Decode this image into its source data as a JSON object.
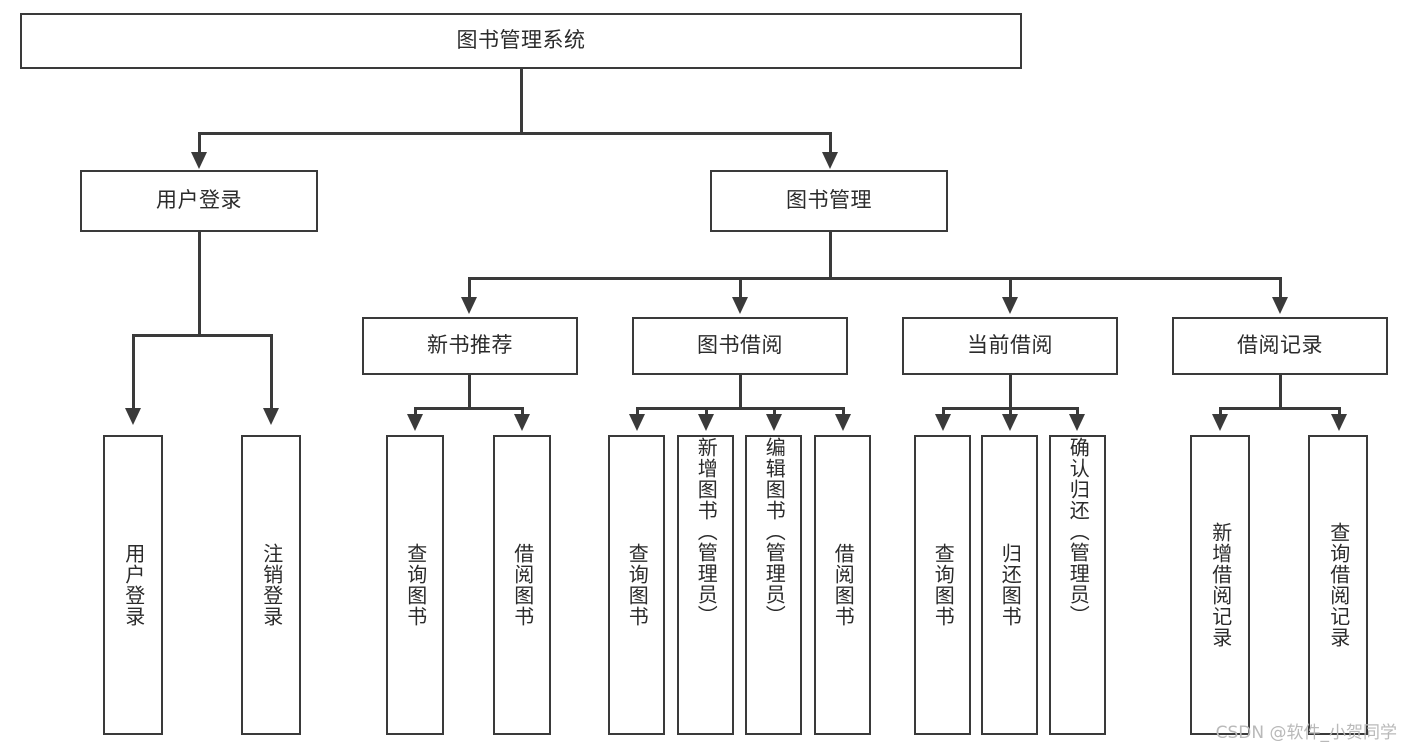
{
  "diagram": {
    "type": "tree-hierarchy",
    "title": "图书管理系统",
    "root": {
      "label": "图书管理系统"
    },
    "level2": [
      {
        "id": "user-login",
        "label": "用户登录"
      },
      {
        "id": "book-manage",
        "label": "图书管理"
      }
    ],
    "level3": [
      {
        "id": "new-book-recommend",
        "label": "新书推荐",
        "parent": "book-manage"
      },
      {
        "id": "book-borrow",
        "label": "图书借阅",
        "parent": "book-manage"
      },
      {
        "id": "current-borrow",
        "label": "当前借阅",
        "parent": "book-manage"
      },
      {
        "id": "borrow-record",
        "label": "借阅记录",
        "parent": "book-manage"
      }
    ],
    "leaves": {
      "user-login": [
        {
          "id": "leaf-user-login",
          "label": "用户登录"
        },
        {
          "id": "leaf-user-logout",
          "label": "注销登录"
        }
      ],
      "new-book-recommend": [
        {
          "id": "leaf-query-book-1",
          "label": "查询图书"
        },
        {
          "id": "leaf-borrow-book-1",
          "label": "借阅图书"
        }
      ],
      "book-borrow": [
        {
          "id": "leaf-query-book-2",
          "label": "查询图书"
        },
        {
          "id": "leaf-add-book",
          "label": "新增图书（管理员）"
        },
        {
          "id": "leaf-edit-book",
          "label": "编辑图书（管理员）"
        },
        {
          "id": "leaf-borrow-book-2",
          "label": "借阅图书"
        }
      ],
      "current-borrow": [
        {
          "id": "leaf-query-book-3",
          "label": "查询图书"
        },
        {
          "id": "leaf-return-book",
          "label": "归还图书"
        },
        {
          "id": "leaf-confirm-return",
          "label": "确认归还（管理员）"
        }
      ],
      "borrow-record": [
        {
          "id": "leaf-add-record",
          "label": "新增借阅记录"
        },
        {
          "id": "leaf-query-record",
          "label": "查询借阅记录"
        }
      ]
    },
    "colors": {
      "stroke": "#3a3a3a",
      "fill": "#ffffff",
      "text": "#2b2b2b",
      "watermark": "#b9b9b9"
    }
  },
  "watermark": {
    "text": "CSDN @软件_小贺同学"
  }
}
